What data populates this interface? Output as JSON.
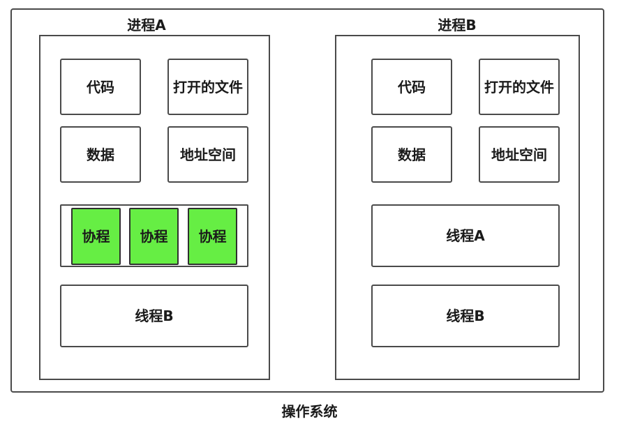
{
  "os": {
    "label": "操作系统"
  },
  "process_a": {
    "title": "进程A",
    "code": "代码",
    "open_files": "打开的文件",
    "data": "数据",
    "address_space": "地址空间",
    "coroutines": [
      "协程",
      "协程",
      "协程"
    ],
    "thread_b": "线程B"
  },
  "process_b": {
    "title": "进程B",
    "code": "代码",
    "open_files": "打开的文件",
    "data": "数据",
    "address_space": "地址空间",
    "thread_a": "线程A",
    "thread_b": "线程B"
  },
  "colors": {
    "coroutine_fill": "#66ee44",
    "border": "#4a4a4a"
  }
}
